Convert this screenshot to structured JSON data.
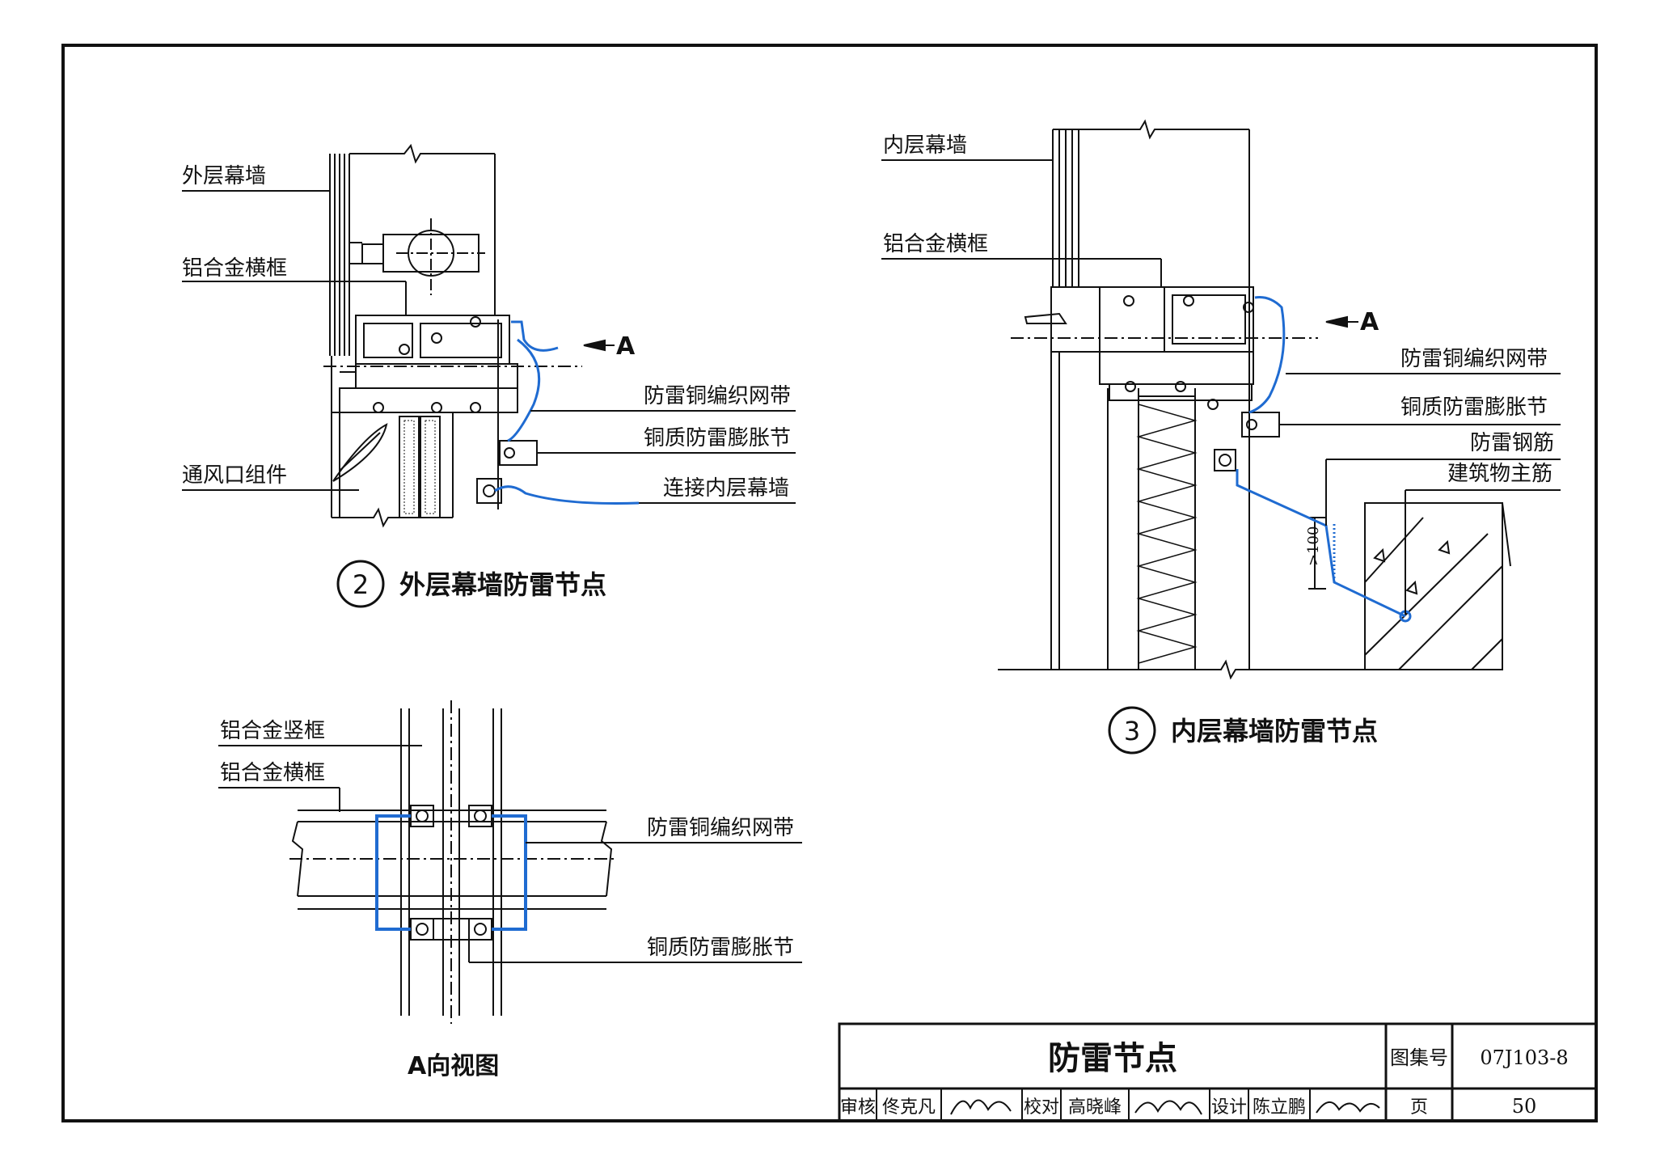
{
  "detail2": {
    "labels": {
      "outer_wall": "外层幕墙",
      "transom": "铝合金横框",
      "vent": "通风口组件",
      "braided_strap": "防雷铜编织网带",
      "expansion_joint": "铜质防雷膨胀节",
      "connect_inner": "连接内层幕墙",
      "view_arrow": "A"
    },
    "number": "2",
    "caption": "外层幕墙防雷节点"
  },
  "detail3": {
    "labels": {
      "inner_wall": "内层幕墙",
      "transom": "铝合金横框",
      "braided_strap": "防雷铜编织网带",
      "expansion_joint": "铜质防雷膨胀节",
      "rebar": "防雷钢筋",
      "main_rebar": "建筑物主筋",
      "dim": ">100",
      "view_arrow": "A"
    },
    "number": "3",
    "caption": "内层幕墙防雷节点"
  },
  "viewA": {
    "labels": {
      "mullion": "铝合金竖框",
      "transom": "铝合金横框",
      "braided_strap": "防雷铜编织网带",
      "expansion_joint": "铜质防雷膨胀节"
    },
    "caption": "A向视图"
  },
  "title_block": {
    "title": "防雷节点",
    "atlas_label": "图集号",
    "atlas_no": "07J103-8",
    "review_label": "审核",
    "reviewer": "佟克凡",
    "check_label": "校对",
    "checker": "高晓峰",
    "design_label": "设计",
    "designer": "陈立鹏",
    "page_label": "页",
    "page_no": "50"
  },
  "colors": {
    "line": "#111111",
    "conductor": "#1f6bd1"
  }
}
